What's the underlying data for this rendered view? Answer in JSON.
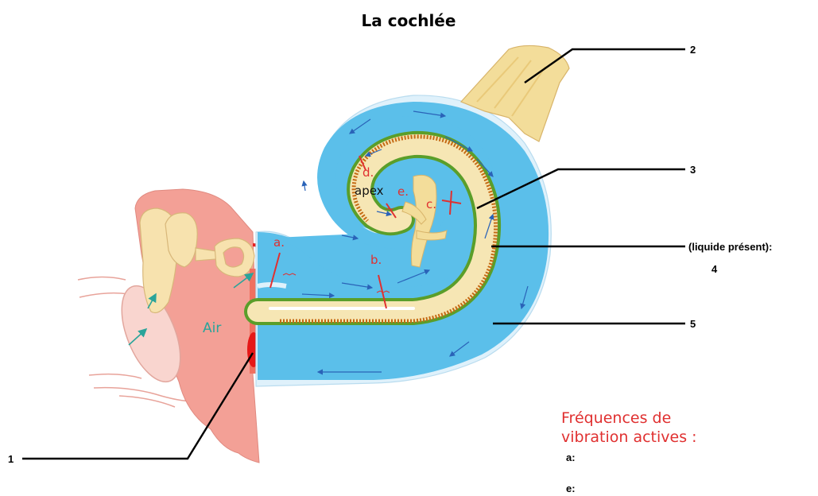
{
  "title": "La cochlée",
  "callouts": {
    "one": "1",
    "two": "2",
    "three": "3",
    "four_note": "(liquide présent):",
    "four": "4",
    "five": "5"
  },
  "diagram_labels": {
    "a": "a.",
    "b": "b.",
    "c": "c.",
    "d": "d.",
    "e": "e.",
    "apex": "apex",
    "air": "Air"
  },
  "frequencies": {
    "heading_line1": "Fréquences de",
    "heading_line2": "vibration actives :",
    "a": "a:",
    "e": "e:"
  },
  "colors": {
    "fluid": "#5bbfea",
    "wall": "#dff1fb",
    "membrane": "#5a9e2a",
    "organ": "#f6e6b4",
    "hair": "#c56a14",
    "middle_ear": "#f3a096",
    "nerve": "#f3dd9a",
    "label_red": "#e03030",
    "air_teal": "#2aa49a"
  }
}
